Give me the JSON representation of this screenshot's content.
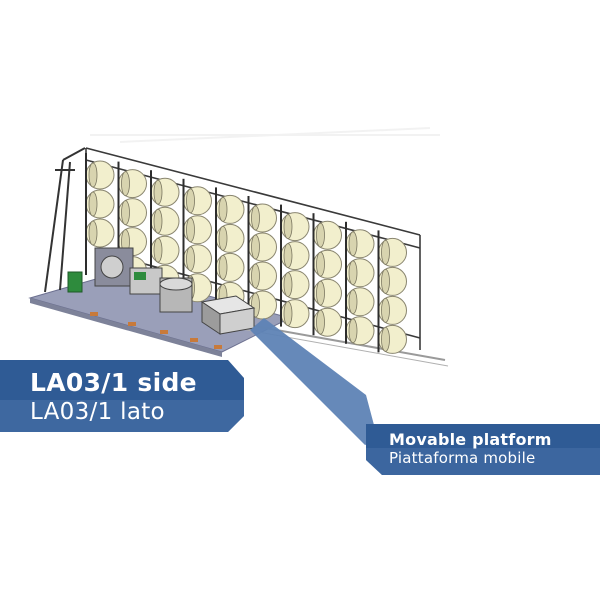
{
  "colors": {
    "label_dark": "#2f5b95",
    "label_mid": "#4a72aa",
    "callout": "#5e83b5",
    "platform": "#9a9fb9",
    "spool": "#f2efcd",
    "frame": "#3a3a3a",
    "accent_green": "#2e8b3d"
  },
  "side_label": {
    "line1": "LA03/1 side",
    "line2": "LA03/1 lato"
  },
  "platform_label": {
    "line1": "Movable platform",
    "line2": "Piattaforma mobile"
  },
  "spool_rack": {
    "columns": 10,
    "rows": 4
  }
}
